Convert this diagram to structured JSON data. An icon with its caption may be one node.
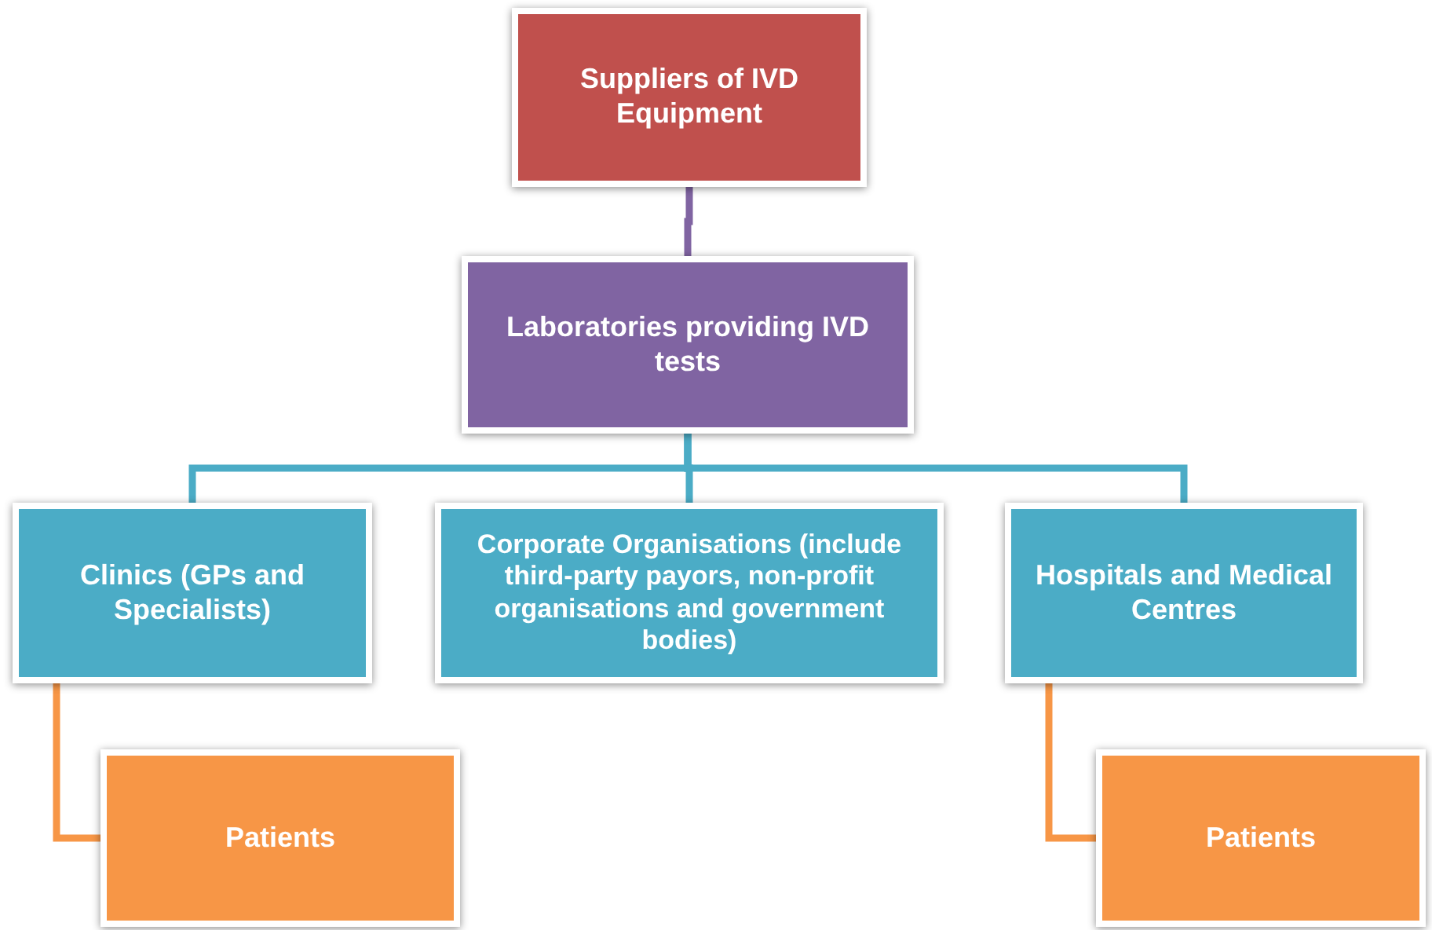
{
  "diagram": {
    "nodes": [
      {
        "text": [
          "Suppliers of IVD Equipment"
        ]
      },
      {
        "text": [
          "Laboratories providing IVD tests"
        ]
      },
      {
        "text": [
          "Clinics (GPs and Specialists)"
        ]
      },
      {
        "text": [
          "Corporate Organisations (include third-party payors, non-profit organisations and government bodies)"
        ]
      },
      {
        "text": [
          "Hospitals and Medical Centres"
        ]
      },
      {
        "text": [
          "Patients"
        ]
      },
      {
        "text": [
          "Patients"
        ]
      }
    ],
    "edges": [
      {
        "from": 0,
        "to": 1,
        "arrow": "none",
        "color": "#8064a2"
      },
      {
        "from": 1,
        "to": 2,
        "arrow": "none"
      },
      {
        "from": 1,
        "to": 3,
        "arrow": "none"
      },
      {
        "from": 1,
        "to": 4,
        "arrow": "none"
      },
      {
        "from": 2,
        "to": 5,
        "arrow": "none",
        "color": "#f79646"
      },
      {
        "from": 4,
        "to": 6,
        "arrow": "none",
        "color": "#f79646"
      }
    ]
  }
}
